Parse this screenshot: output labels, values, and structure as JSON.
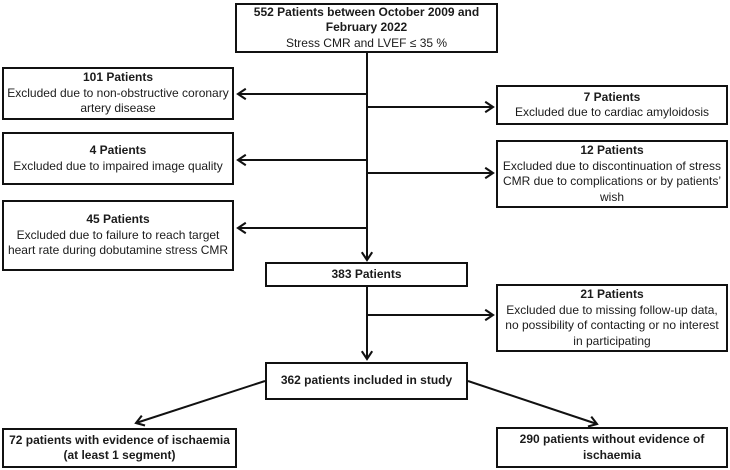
{
  "flowchart": {
    "top": {
      "title": "552 Patients between October 2009 and February 2022",
      "subtitle": "Stress CMR and LVEF ≤ 35 %"
    },
    "exclusions_left": [
      {
        "count": "101 Patients",
        "reason": "Excluded due to non-obstructive coronary artery disease"
      },
      {
        "count": "4 Patients",
        "reason": "Excluded due to impaired image quality"
      },
      {
        "count": "45 Patients",
        "reason": "Excluded due to failure to reach target heart rate during dobutamine stress CMR"
      }
    ],
    "exclusions_right": [
      {
        "count": "7 Patients",
        "reason": "Excluded due to cardiac amyloidosis"
      },
      {
        "count": "12 Patients",
        "reason": "Excluded due to discontinuation of stress CMR due to complications or by patients’ wish"
      },
      {
        "count": "21 Patients",
        "reason": "Excluded due to missing follow-up data, no possibility of contacting or no interest in participating"
      }
    ],
    "milestones": {
      "after_exclusions": "383 Patients",
      "included": "362 patients included in study"
    },
    "outcomes": {
      "ischaemia": "72 patients with evidence of ischaemia (at least 1 segment)",
      "no_ischaemia": "290 patients without evidence of ischaemia"
    },
    "colors": {
      "line": "#111111",
      "text": "#1b1b1b",
      "box_background": "#ffffff"
    }
  }
}
